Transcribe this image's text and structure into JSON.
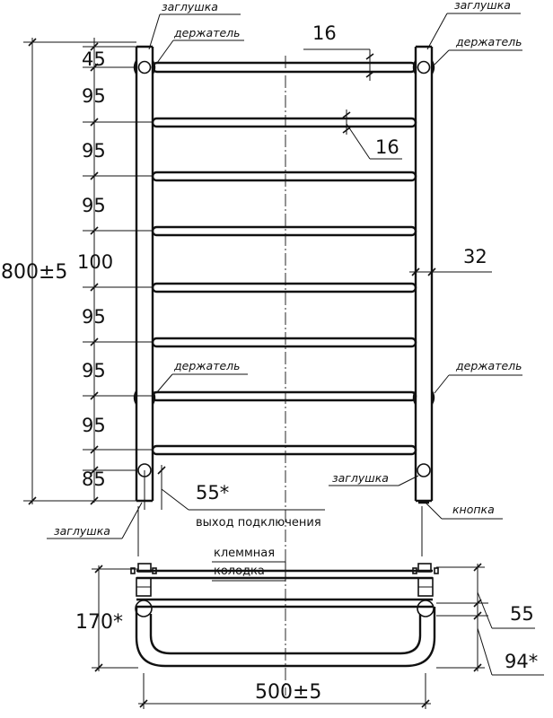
{
  "labels": {
    "cap_top_left": "заглушка",
    "cap_top_right": "заглушка",
    "holder_top_left": "держатель",
    "holder_top_right": "держатель",
    "holder_mid_left": "держатель",
    "holder_mid_right": "держатель",
    "cap_bottom_left": "заглушка",
    "cap_bottom_right": "заглушка",
    "button": "кнопка",
    "connection_outlet": "выход подключения",
    "terminal_block_line1": "клеммная",
    "terminal_block_line2": "колодка"
  },
  "dimensions": {
    "pitches": [
      "45",
      "95",
      "95",
      "95",
      "100",
      "95",
      "95",
      "95",
      "85"
    ],
    "overall_height": "800±5",
    "top_bar_diameter": "16",
    "rung_diameter": "16",
    "riser_diameter": "32",
    "connection_offset": "55*",
    "side_depth": "170*",
    "side_rung_offset": "55",
    "side_bottom": "94*",
    "overall_width": "500±5"
  }
}
